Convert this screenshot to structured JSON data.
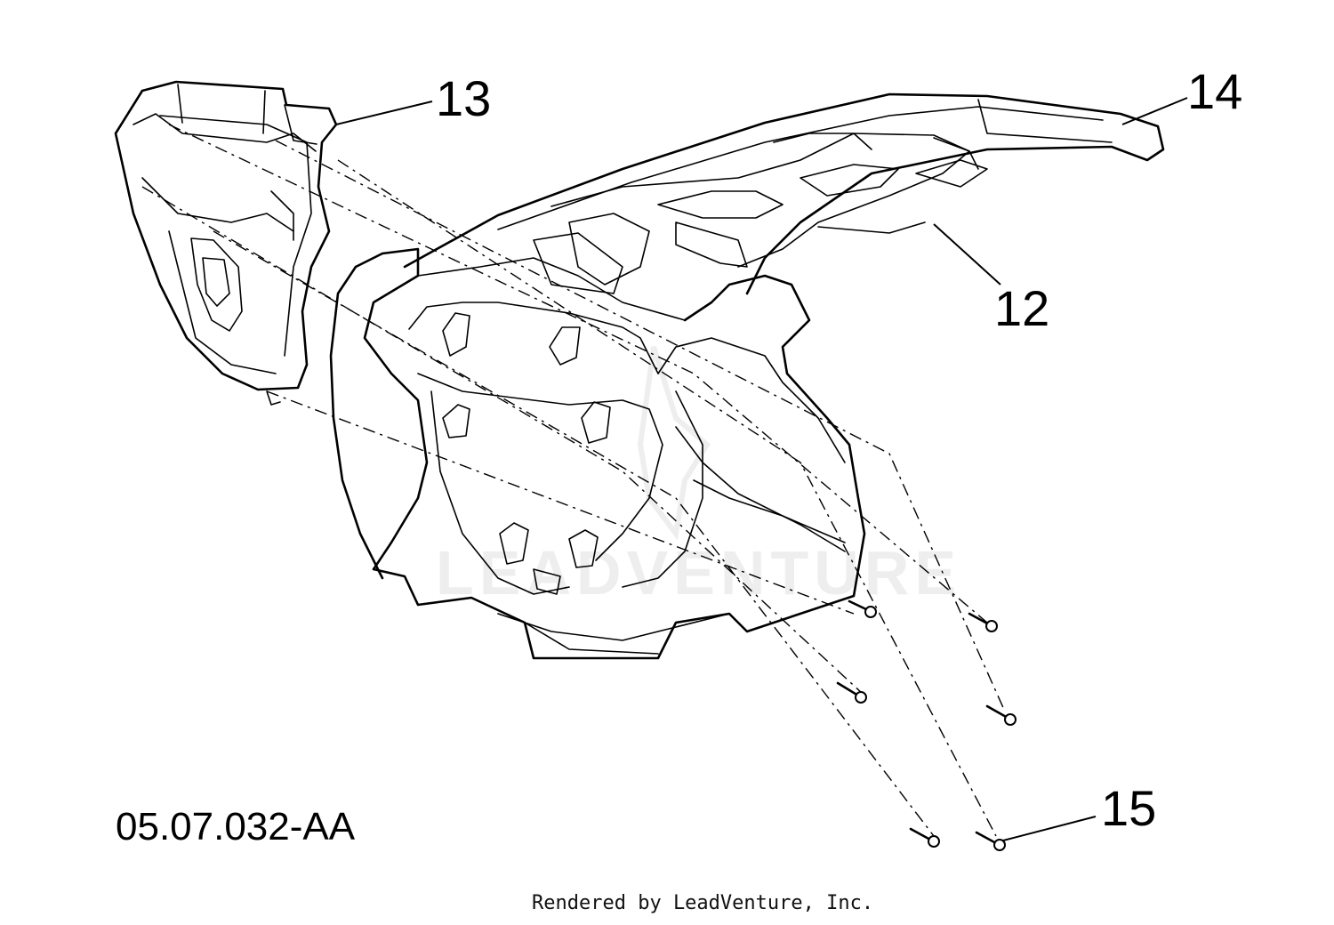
{
  "diagram": {
    "figure_id": "05.07.032-AA",
    "credit": "Rendered by LeadVenture, Inc.",
    "watermark": "LEADVENTURE",
    "callouts": [
      {
        "id": "c13",
        "label": "13"
      },
      {
        "id": "c14",
        "label": "14"
      },
      {
        "id": "c12",
        "label": "12"
      },
      {
        "id": "c15",
        "label": "15"
      }
    ]
  }
}
